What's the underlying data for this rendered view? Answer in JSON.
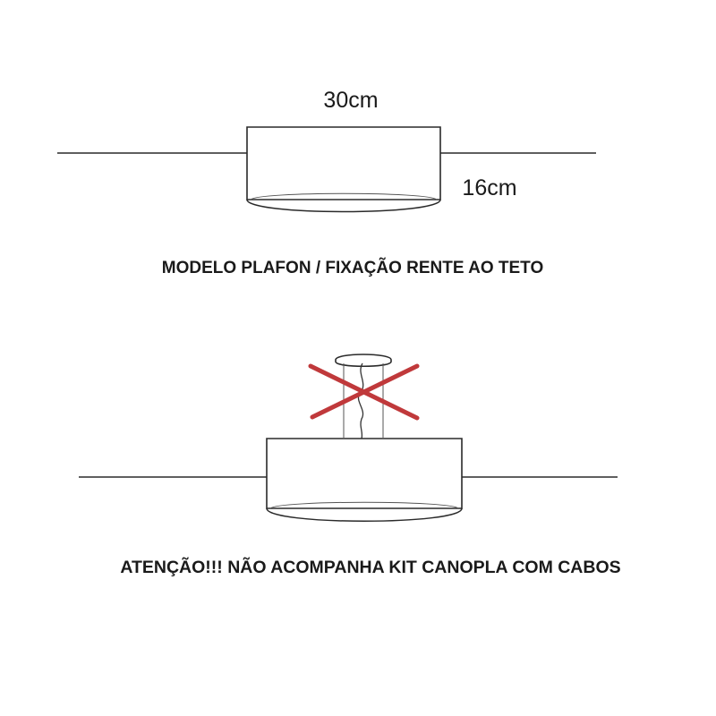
{
  "flush_mount": {
    "width_label": "30cm",
    "height_label": "16cm",
    "caption": "MODELO PLAFON / FIXAÇÃO RENTE AO TETO"
  },
  "pendant": {
    "caption": "ATENÇÃO!!! NÃO ACOMPANHA KIT CANOPLA COM CABOS",
    "cross_color": "#c0393b"
  }
}
